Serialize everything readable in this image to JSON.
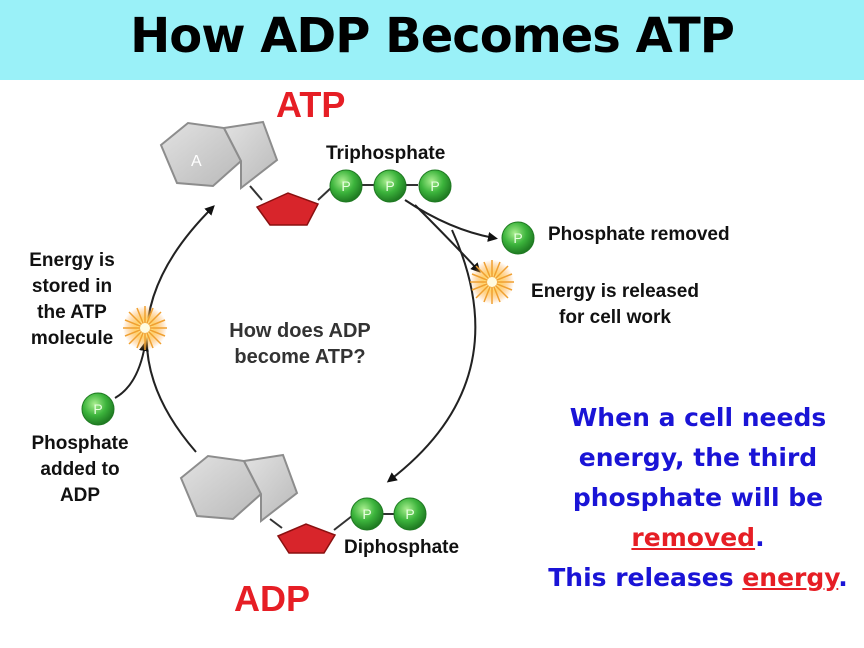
{
  "title": "How ADP Becomes ATP",
  "atp_label": "ATP",
  "adp_label": "ADP",
  "triphosphate_label": "Triphosphate",
  "diphosphate_label": "Diphosphate",
  "phosphate_removed_label": "Phosphate removed",
  "energy_released_label": [
    "Energy is released",
    "for cell work"
  ],
  "energy_stored_label": [
    "Energy is",
    "stored in",
    "the ATP",
    "molecule"
  ],
  "phosphate_added_label": [
    "Phosphate",
    "added to",
    "ADP"
  ],
  "center_question": [
    "How does ADP",
    "become ATP?"
  ],
  "adenine_letter": "A",
  "phosphate_letter": "P",
  "note": {
    "line1": "When a cell needs",
    "line2": "energy, the third",
    "line3": "phosphate will be",
    "removed_word": "removed",
    "period1": ".",
    "line5_prefix": "This releases ",
    "energy_word": "energy",
    "period2": "."
  },
  "colors": {
    "title_bg": "#9af1f8",
    "red": "#e61e25",
    "blue": "#1a14d6",
    "phosphate_green": "#3cb43c",
    "ribose_red": "#d8252b",
    "base_gray": "#c8c8c8"
  }
}
